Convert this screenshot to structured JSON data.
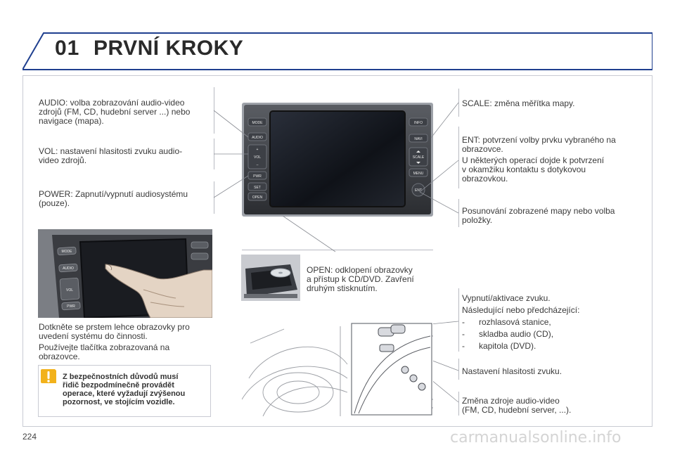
{
  "header": {
    "chapter_number": "01",
    "chapter_title": "PRVNÍ KROKY"
  },
  "left_labels": {
    "audio": [
      "AUDIO: volba zobrazování audio-video",
      "zdrojů (FM, CD, hudební server ...) nebo",
      "navigace (mapa)."
    ],
    "vol": [
      "VOL: nastavení hlasitosti zvuku audio-",
      "video zdrojů."
    ],
    "power": [
      "POWER: Zapnutí/vypnutí audiosystému",
      "(pouze)."
    ]
  },
  "right_labels": {
    "scale": "SCALE: změna měřítka mapy.",
    "ent": [
      "ENT: potvrzení volby prvku vybraného na",
      "obrazovce."
    ],
    "ent_note": [
      "U některých operací dojde k potvrzení",
      "v okamžiku kontaktu s dotykovou",
      "obrazovkou."
    ],
    "scroll": [
      "Posunování zobrazené mapy nebo volba",
      "položky."
    ]
  },
  "screen_buttons": {
    "left": [
      "MODE",
      "AUDIO",
      "+",
      "VOL",
      "–",
      "PWR",
      "SET",
      "OPEN"
    ],
    "right": [
      "INFO",
      "NAVI",
      "SCALE",
      "MENU",
      "ENT"
    ]
  },
  "touch_caption": [
    "Dotkněte se prstem lehce obrazovky pro",
    "uvedení systému do činnosti.",
    "Používejte tlačítka zobrazovaná na",
    "obrazovce."
  ],
  "open_caption": [
    "OPEN: odklopení obrazovky",
    "a přístup k CD/DVD. Zavření",
    "druhým stisknutím."
  ],
  "steering": {
    "mute": "Vypnutí/aktivace zvuku.",
    "next_prev": "Následující nebo předcházející:",
    "bullets": [
      "rozhlasová stanice,",
      "skladba audio (CD),",
      "kapitola (DVD)."
    ],
    "volume": "Nastavení hlasitosti zvuku.",
    "source": [
      "Změna zdroje audio-video",
      "(FM, CD, hudební server, ...)."
    ]
  },
  "warning": {
    "icon": "exclamation-icon",
    "text": [
      "Z bezpečnostních důvodů musí",
      "řidič bezpodmínečně provádět",
      "operace, které vyžadují zvýšenou",
      "pozornost, ve stojícím vozidle."
    ]
  },
  "footer": {
    "page_number": "224",
    "watermark": "carmanualsonline.info"
  },
  "colors": {
    "accent_blue": "#1f3f8f",
    "frame_grey": "#c9cbd3",
    "warning_yellow": "#f2b21b"
  }
}
